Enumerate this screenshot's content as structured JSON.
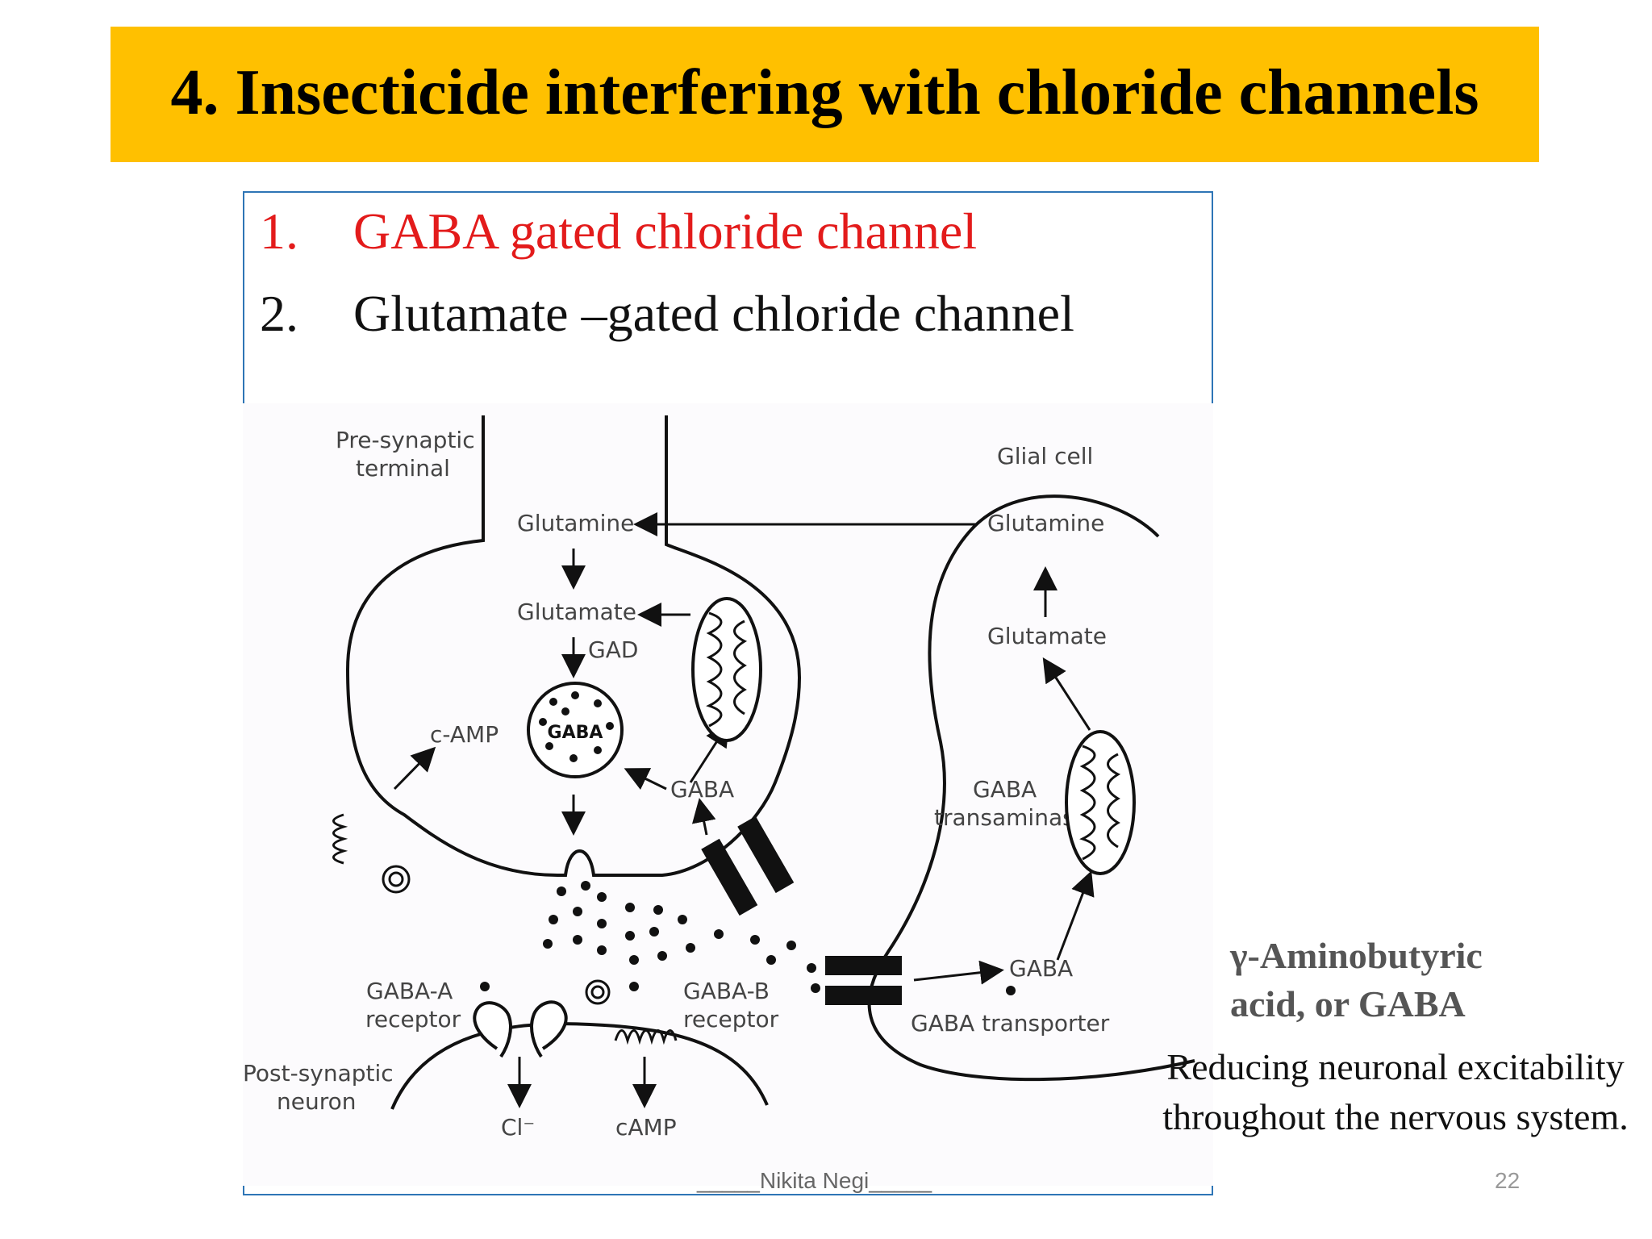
{
  "slide": {
    "title": "4. Insecticide interfering with chloride channels",
    "list": [
      {
        "num": "1.",
        "text": "GABA gated chloride channel",
        "color": "#E31B1B"
      },
      {
        "num": "2.",
        "text": "Glutamate –gated chloride channel",
        "color": "#111111"
      }
    ],
    "side_heading": [
      "γ-Aminobutyric",
      "acid, or GABA"
    ],
    "side_desc": "Reducing neuronal excitability throughout the nervous system.",
    "footer": "_____Nikita Negi_____",
    "page_number": "22"
  },
  "diagram": {
    "labels": {
      "presynaptic_1": "Pre-synaptic",
      "presynaptic_2": "terminal",
      "glial_cell": "Glial cell",
      "glutamine_left": "Glutamine",
      "glutamine_right": "Glutamine",
      "glutamate_left": "Glutamate",
      "glutamate_right": "Glutamate",
      "gad": "GAD",
      "camp_top": "c-AMP",
      "gaba_vesicle": "GABA",
      "gaba_mid": "GABA",
      "gaba_transaminase_1": "GABA",
      "gaba_transaminase_2": "transaminase",
      "gaba_right": "GABA",
      "gaba_transporter": "GABA transporter",
      "gaba_a_1": "GABA-A",
      "gaba_a_2": "receptor",
      "gaba_b_1": "GABA-B",
      "gaba_b_2": "receptor",
      "postsynaptic_1": "Post-synaptic",
      "postsynaptic_2": "neuron",
      "cl": "Cl⁻",
      "camp_bottom": "cAMP"
    }
  }
}
